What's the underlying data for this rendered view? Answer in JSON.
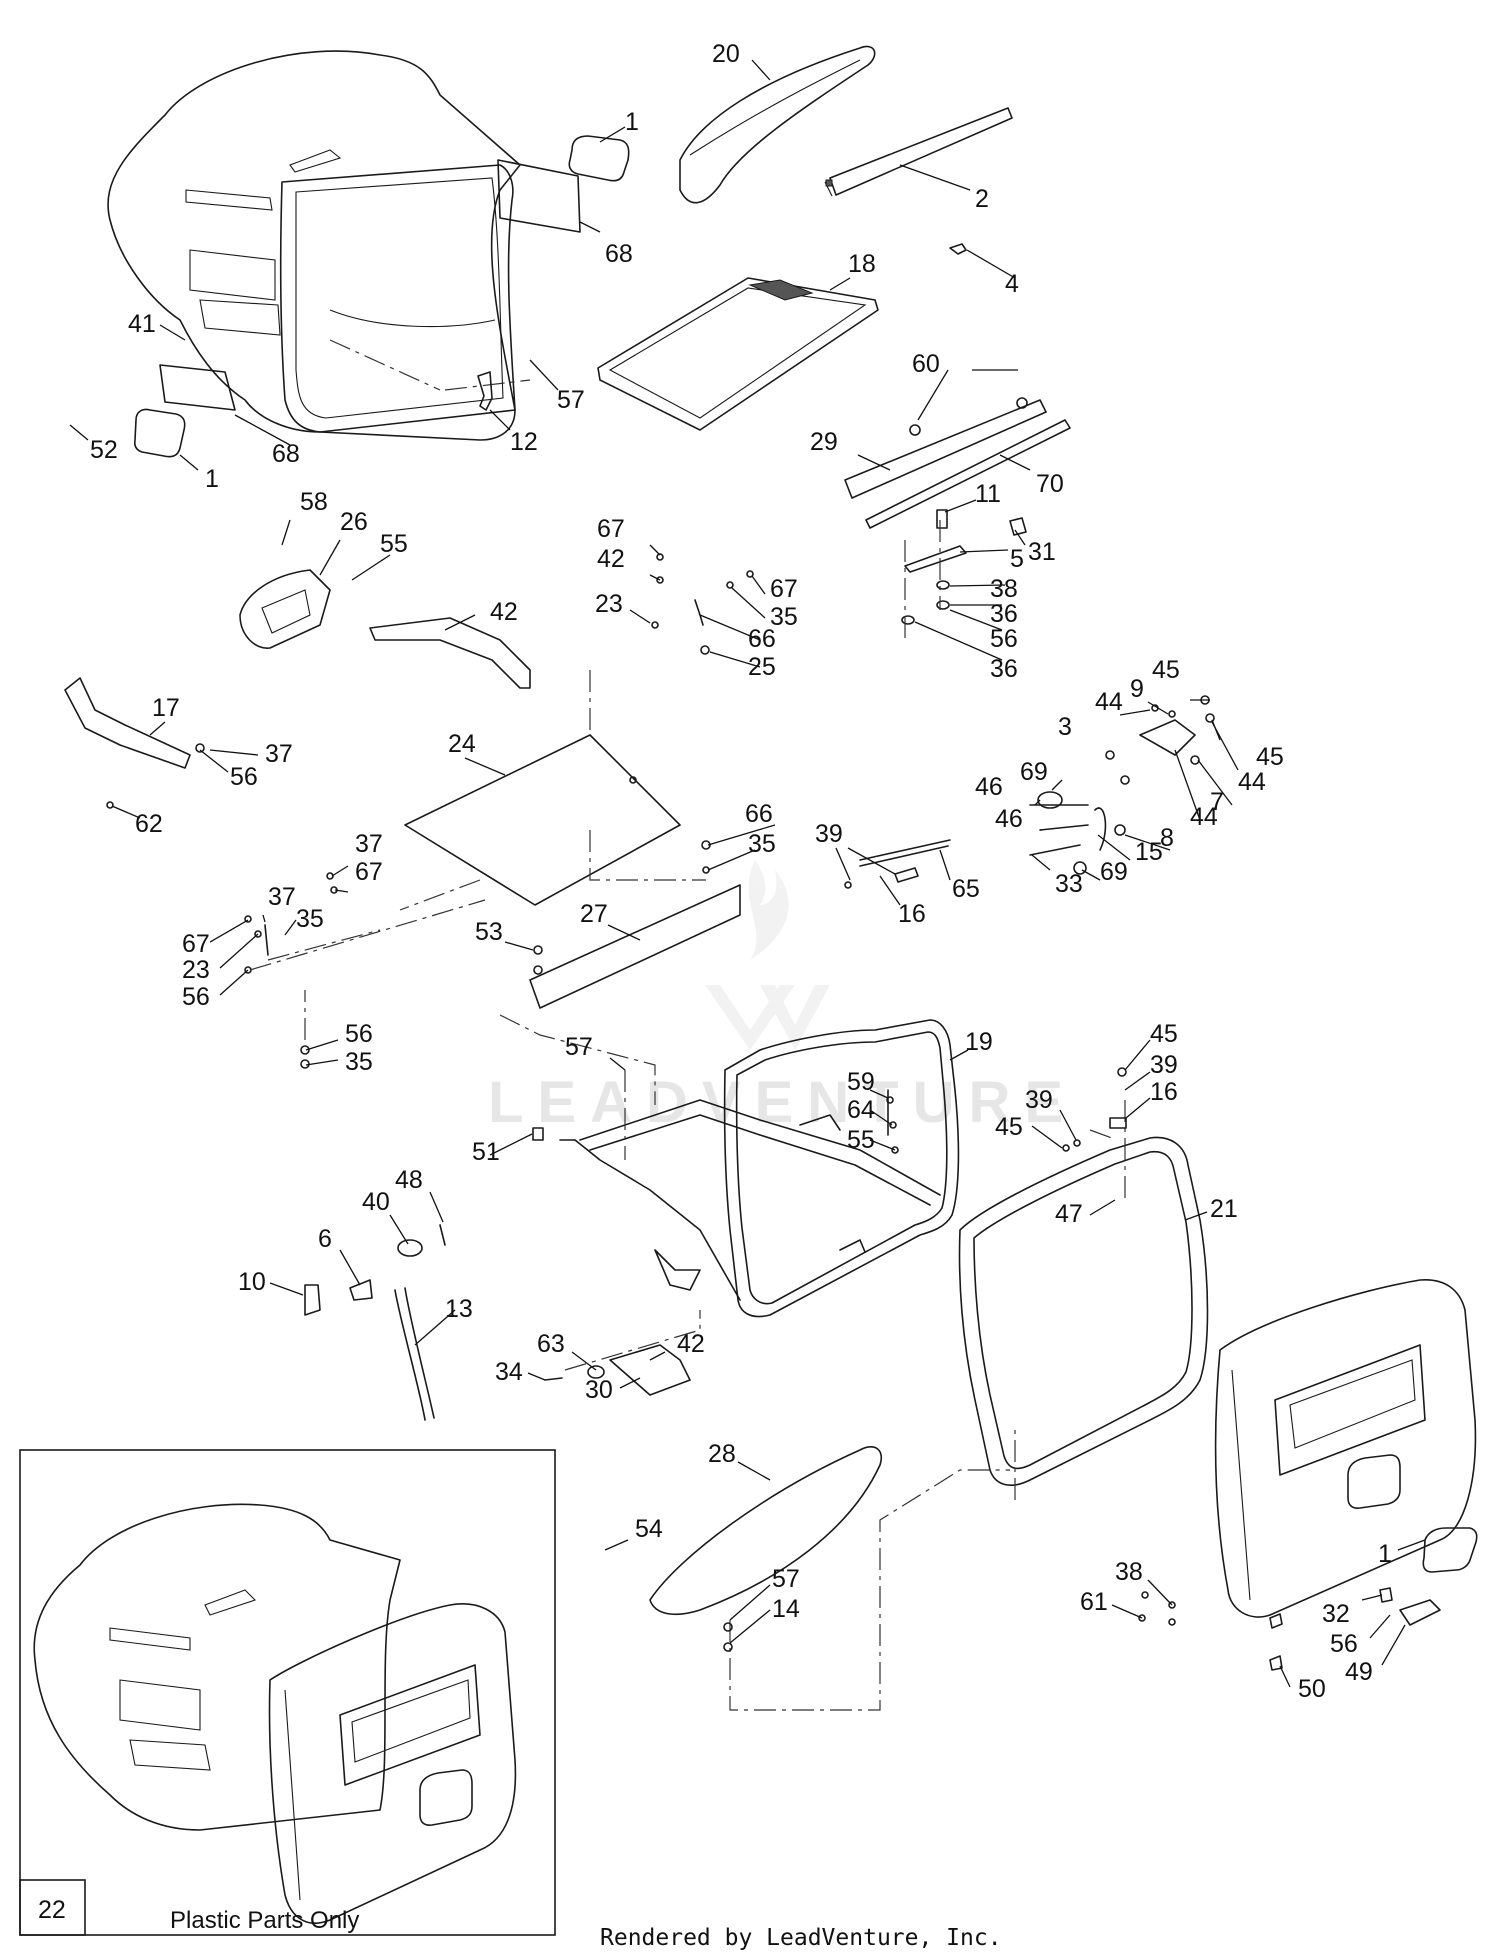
{
  "watermark": "LEADVENTURE",
  "credit": "Rendered by LeadVenture, Inc.",
  "inset": {
    "number": "22",
    "caption": "Plastic Parts Only"
  },
  "callouts": [
    "20",
    "1",
    "2",
    "68",
    "4",
    "18",
    "41",
    "57",
    "12",
    "52",
    "68",
    "1",
    "60",
    "29",
    "70",
    "11",
    "31",
    "5",
    "38",
    "36",
    "56",
    "36",
    "58",
    "26",
    "55",
    "42",
    "67",
    "42",
    "67",
    "35",
    "23",
    "66",
    "25",
    "17",
    "37",
    "56",
    "62",
    "24",
    "45",
    "44",
    "9",
    "3",
    "45",
    "44",
    "7",
    "44",
    "8",
    "15",
    "69",
    "69",
    "46",
    "46",
    "33",
    "39",
    "65",
    "16",
    "37",
    "67",
    "37",
    "35",
    "67",
    "23",
    "56",
    "66",
    "35",
    "53",
    "27",
    "56",
    "35",
    "57",
    "19",
    "45",
    "39",
    "16",
    "39",
    "45",
    "59",
    "64",
    "55",
    "47",
    "51",
    "48",
    "40",
    "6",
    "10",
    "13",
    "21",
    "63",
    "42",
    "34",
    "30",
    "28",
    "54",
    "57",
    "14",
    "38",
    "61",
    "1",
    "32",
    "56",
    "49",
    "50"
  ]
}
